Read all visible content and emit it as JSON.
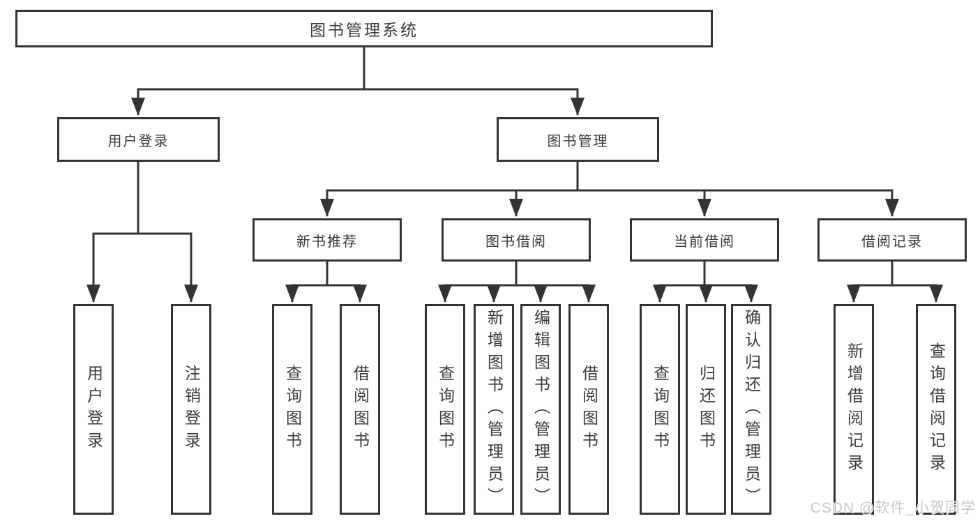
{
  "tree": {
    "root": {
      "label": "图书管理系统",
      "children": [
        {
          "label": "用户登录",
          "children": [
            {
              "label": "用户登录"
            },
            {
              "label": "注销登录"
            }
          ]
        },
        {
          "label": "图书管理",
          "children": [
            {
              "label": "新书推荐",
              "children": [
                {
                  "label": "查询图书"
                },
                {
                  "label": "借阅图书"
                }
              ]
            },
            {
              "label": "图书借阅",
              "children": [
                {
                  "label": "查询图书"
                },
                {
                  "label": "新增图书（管理员）"
                },
                {
                  "label": "编辑图书（管理员）"
                },
                {
                  "label": "借阅图书"
                }
              ]
            },
            {
              "label": "当前借阅",
              "children": [
                {
                  "label": "查询图书"
                },
                {
                  "label": "归还图书"
                },
                {
                  "label": "确认归还（管理员）"
                }
              ]
            },
            {
              "label": "借阅记录",
              "children": [
                {
                  "label": "新增借阅记录"
                },
                {
                  "label": "查询借阅记录"
                }
              ]
            }
          ]
        }
      ]
    }
  },
  "watermark": {
    "text": "CSDN @软件_小贺同学"
  },
  "colors": {
    "line": "#333333",
    "text": "#3a3a3a",
    "watermark": "#c8c8c8",
    "background": "#ffffff"
  }
}
